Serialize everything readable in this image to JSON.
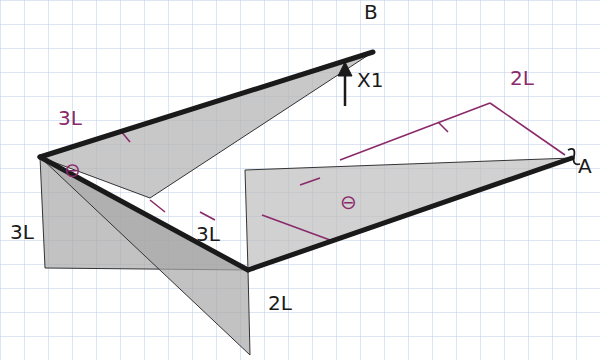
{
  "diagram": {
    "labels": [
      "B",
      "X1",
      "3L",
      "2L",
      "3L",
      "3L",
      "2L",
      "⊖",
      "⊖",
      "A"
    ]
  }
}
